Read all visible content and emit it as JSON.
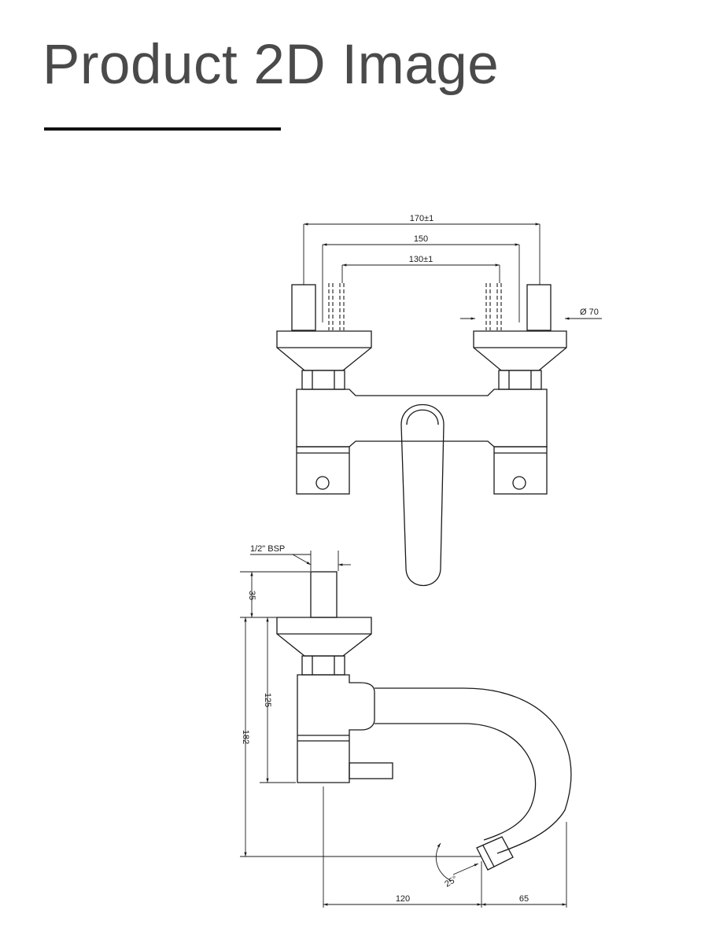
{
  "header": {
    "title": "Product 2D Image"
  },
  "drawing": {
    "front_view": {
      "dim_overall": "170±1",
      "dim_inner": "150",
      "dim_hidden": "130±1",
      "dim_diameter": "Ø 70"
    },
    "side_view": {
      "dim_thread": "1/2\" BSP",
      "dim_inlet_height": "35",
      "dim_body_height": "125",
      "dim_total_height": "182",
      "dim_angle": "25°",
      "dim_reach": "120",
      "dim_outlet": "65"
    }
  }
}
